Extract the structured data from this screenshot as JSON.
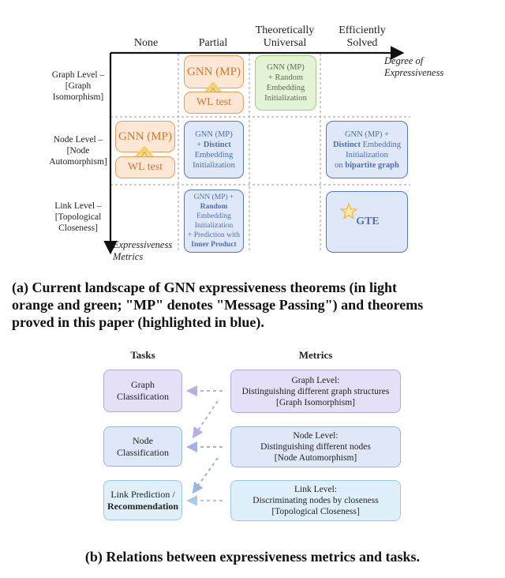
{
  "fig_a": {
    "columns": [
      "None",
      "Partial",
      "Theoretically",
      "Universal",
      "Efficiently",
      "Solved"
    ],
    "x_axis_label": [
      "Degree of",
      "Expressiveness"
    ],
    "y_axis_label": [
      "Expressiveness",
      "Metrics"
    ],
    "rows": [
      [
        "Graph Level –",
        "[Graph",
        "Isomorphism]"
      ],
      [
        "Node Level –",
        "[Node",
        "Automorphism]"
      ],
      [
        "Link Level –",
        "[Topological",
        "Closeness]"
      ]
    ],
    "gnn_mp": "GNN (MP)",
    "wl_test": "WL test",
    "green_box": [
      "GNN (MP)",
      "+ Random",
      "Embedding",
      "Initialization"
    ],
    "node_partial": {
      "l1": "GNN (MP)",
      "l2a": "+ ",
      "l2b": "Distinct",
      "l3": "Embedding",
      "l4": "Initialization"
    },
    "node_solved": {
      "l1": "GNN (MP) +",
      "l2a": "Distinct",
      "l2b": " Embedding",
      "l3": "Initialization",
      "l4a": "on ",
      "l4b": "bipartite graph"
    },
    "link_partial": {
      "l1": "GNN (MP) +",
      "l2": "Random",
      "l3": "Embedding",
      "l4": "Initialization",
      "l5": "+ Prediction with",
      "l6": "Inner Product"
    },
    "gte": "GTE",
    "caption": [
      "(a) Current landscape of GNN expressiveness theorems (in light",
      "orange and green; \"MP\" denotes \"Message Passing\") and theorems",
      "proved in this paper (highlighted in blue)."
    ]
  },
  "fig_b": {
    "tasks_title": "Tasks",
    "metrics_title": "Metrics",
    "tasks": [
      [
        "Graph",
        "Classification"
      ],
      [
        "Node",
        "Classification"
      ],
      [
        "Link Prediction /",
        "Recommendation"
      ]
    ],
    "metrics": [
      [
        "Graph Level:",
        "Distinguishing different graph structures",
        "[Graph Isomorphism]"
      ],
      [
        "Node Level:",
        "Distinguishing different nodes",
        "[Node Automorphism]"
      ],
      [
        "Link Level:",
        "Discriminating nodes by closeness",
        "[Topological Closeness]"
      ]
    ],
    "caption": "(b) Relations between expressiveness metrics and tasks."
  },
  "colors": {
    "orange_fill": "#fde8d6",
    "green_fill": "#e3f3d6",
    "blue_fill": "#dfe8f8",
    "purple_fill": "#e6e0f7"
  }
}
